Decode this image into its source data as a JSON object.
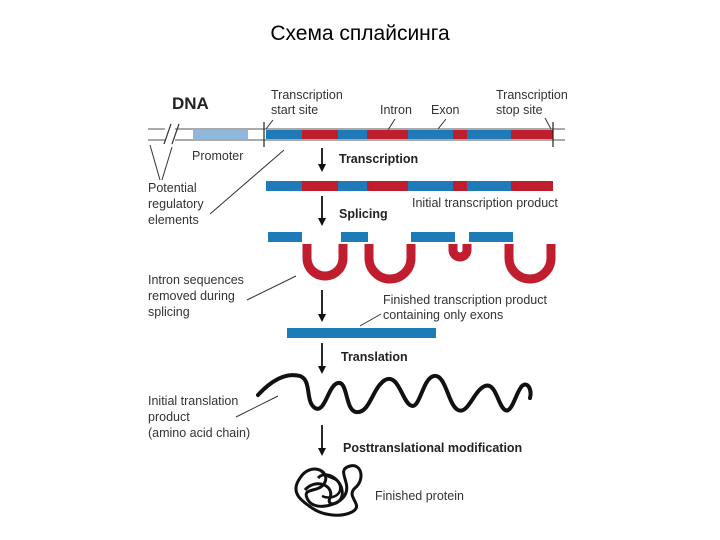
{
  "title": "Схема сплайсинга",
  "colors": {
    "exon": "#1f7ab8",
    "intron": "#c01d2e",
    "promoter": "#8fb8dc",
    "protein": "#111111"
  },
  "labels": {
    "dna": "DNA",
    "transcription_start_line1": "Transcription",
    "transcription_start_line2": "start site",
    "intron": "Intron",
    "exon": "Exon",
    "transcription_stop_line1": "Transcription",
    "transcription_stop_line2": "stop site",
    "promoter": "Promoter",
    "regulatory_line1": "Potential",
    "regulatory_line2": "regulatory",
    "regulatory_line3": "elements",
    "initial_transcription_product": "Initial transcription product",
    "intron_removed_line1": "Intron sequences",
    "intron_removed_line2": "removed during",
    "intron_removed_line3": "splicing",
    "finished_transcription_line1": "Finished transcription product",
    "finished_transcription_line2": "containing only exons",
    "initial_translation_line1": "Initial translation",
    "initial_translation_line2": "product",
    "initial_translation_line3": "(amino acid chain)",
    "finished_protein": "Finished protein"
  },
  "steps": {
    "transcription": "Transcription",
    "splicing": "Splicing",
    "translation": "Translation",
    "posttranslational": "Posttranslational modification"
  }
}
